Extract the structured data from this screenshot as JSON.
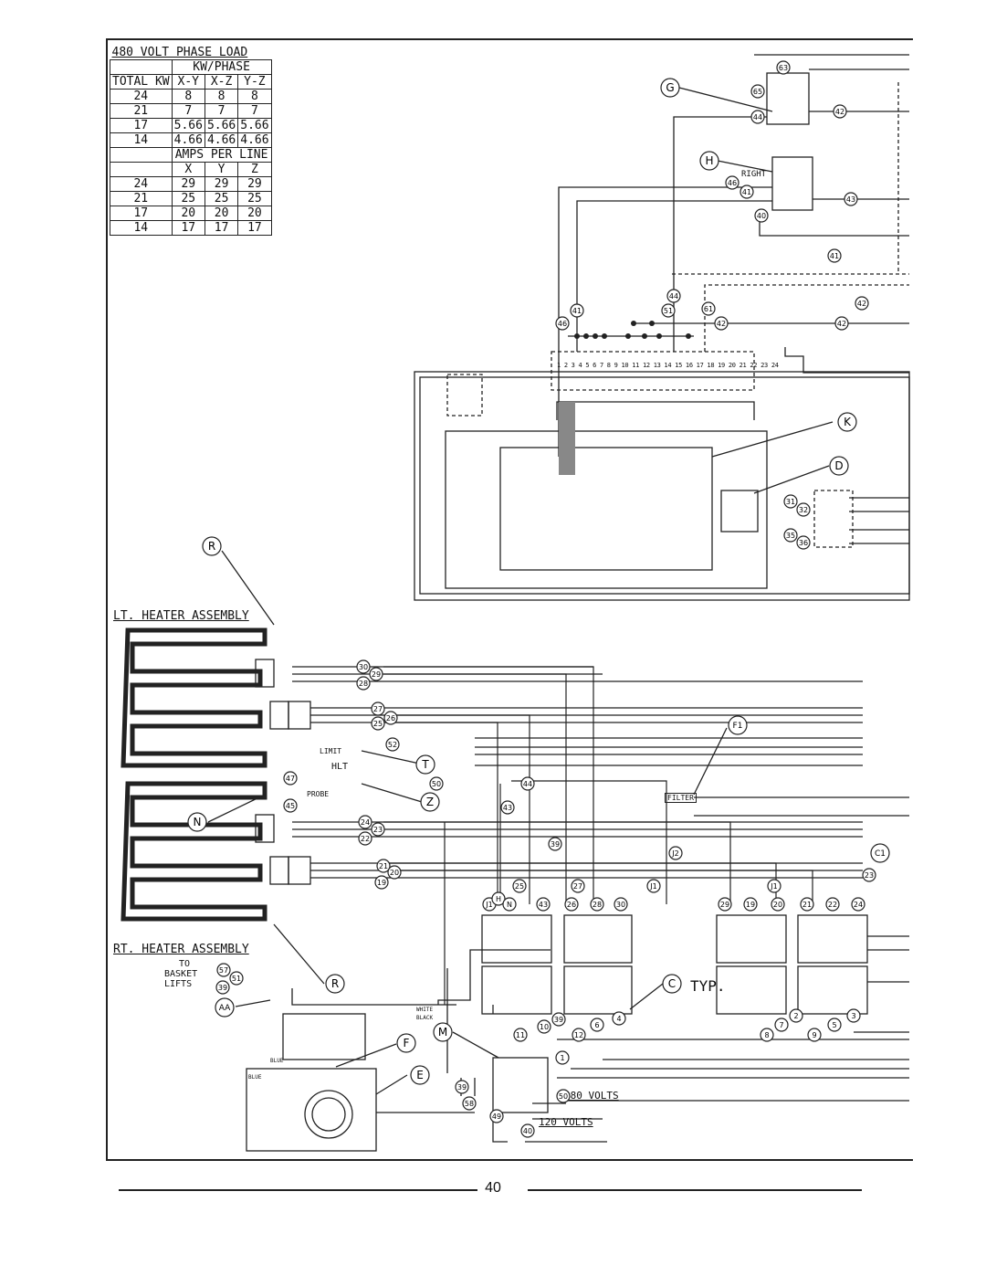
{
  "table": {
    "title": "480 VOLT PHASE LOAD",
    "kw_header": "KW/PHASE",
    "cols": [
      "TOTAL KW",
      "X-Y",
      "X-Z",
      "Y-Z"
    ],
    "kw_rows": [
      [
        "24",
        "8",
        "8",
        "8"
      ],
      [
        "21",
        "7",
        "7",
        "7"
      ],
      [
        "17",
        "5.66",
        "5.66",
        "5.66"
      ],
      [
        "14",
        "4.66",
        "4.66",
        "4.66"
      ]
    ],
    "amps_header": "AMPS PER LINE",
    "amps_cols": [
      "X",
      "Y",
      "Z"
    ],
    "amps_rows": [
      [
        "24",
        "29",
        "29",
        "29"
      ],
      [
        "21",
        "25",
        "25",
        "25"
      ],
      [
        "17",
        "20",
        "20",
        "20"
      ],
      [
        "14",
        "17",
        "17",
        "17"
      ]
    ]
  },
  "labels": {
    "lt_heater": "LT. HEATER ASSEMBLY",
    "rt_heater": "RT. HEATER ASSEMBLY",
    "typ": "TYP.",
    "to_basket_lifts": [
      "TO",
      "BASKET",
      "LIFTS"
    ],
    "volts_480": "480 VOLTS",
    "volts_120": "120 VOLTS",
    "right": "RIGHT",
    "limit": "LIMIT",
    "probe": "PROBE",
    "filter": "FILTER",
    "hlt": "HLT",
    "white": "WHITE",
    "black": "BLACK",
    "blue1": "BLUE",
    "blue2": "BLUE",
    "connector_strip": "1 2 3 4 5 6 7 8 9 10 11 12 13 14 15 16 17 18 19 20 21 22 23 24"
  },
  "callouts": [
    "G",
    "H",
    "K",
    "D",
    "R",
    "T",
    "Z",
    "N",
    "F1",
    "C",
    "M",
    "F",
    "E",
    "AA",
    "C1",
    "R"
  ],
  "wire_numbers": [
    "63",
    "65",
    "44",
    "42",
    "46",
    "41",
    "43",
    "40",
    "41",
    "44",
    "51",
    "61",
    "42",
    "42",
    "42",
    "46",
    "41",
    "31",
    "32",
    "35",
    "36",
    "30",
    "29",
    "28",
    "27",
    "26",
    "25",
    "52",
    "47",
    "50",
    "45",
    "24",
    "23",
    "22",
    "21",
    "20",
    "19",
    "44",
    "43",
    "39",
    "J2",
    "J1",
    "J1",
    "J1",
    "H",
    "N",
    "25",
    "43",
    "26",
    "27",
    "28",
    "30",
    "29",
    "19",
    "20",
    "21",
    "22",
    "24",
    "23",
    "39",
    "10",
    "11",
    "12",
    "6",
    "4",
    "2",
    "7",
    "8",
    "9",
    "5",
    "3",
    "1",
    "50",
    "49",
    "40",
    "39",
    "58",
    "57",
    "51",
    "39",
    "52"
  ],
  "page_number": "40"
}
